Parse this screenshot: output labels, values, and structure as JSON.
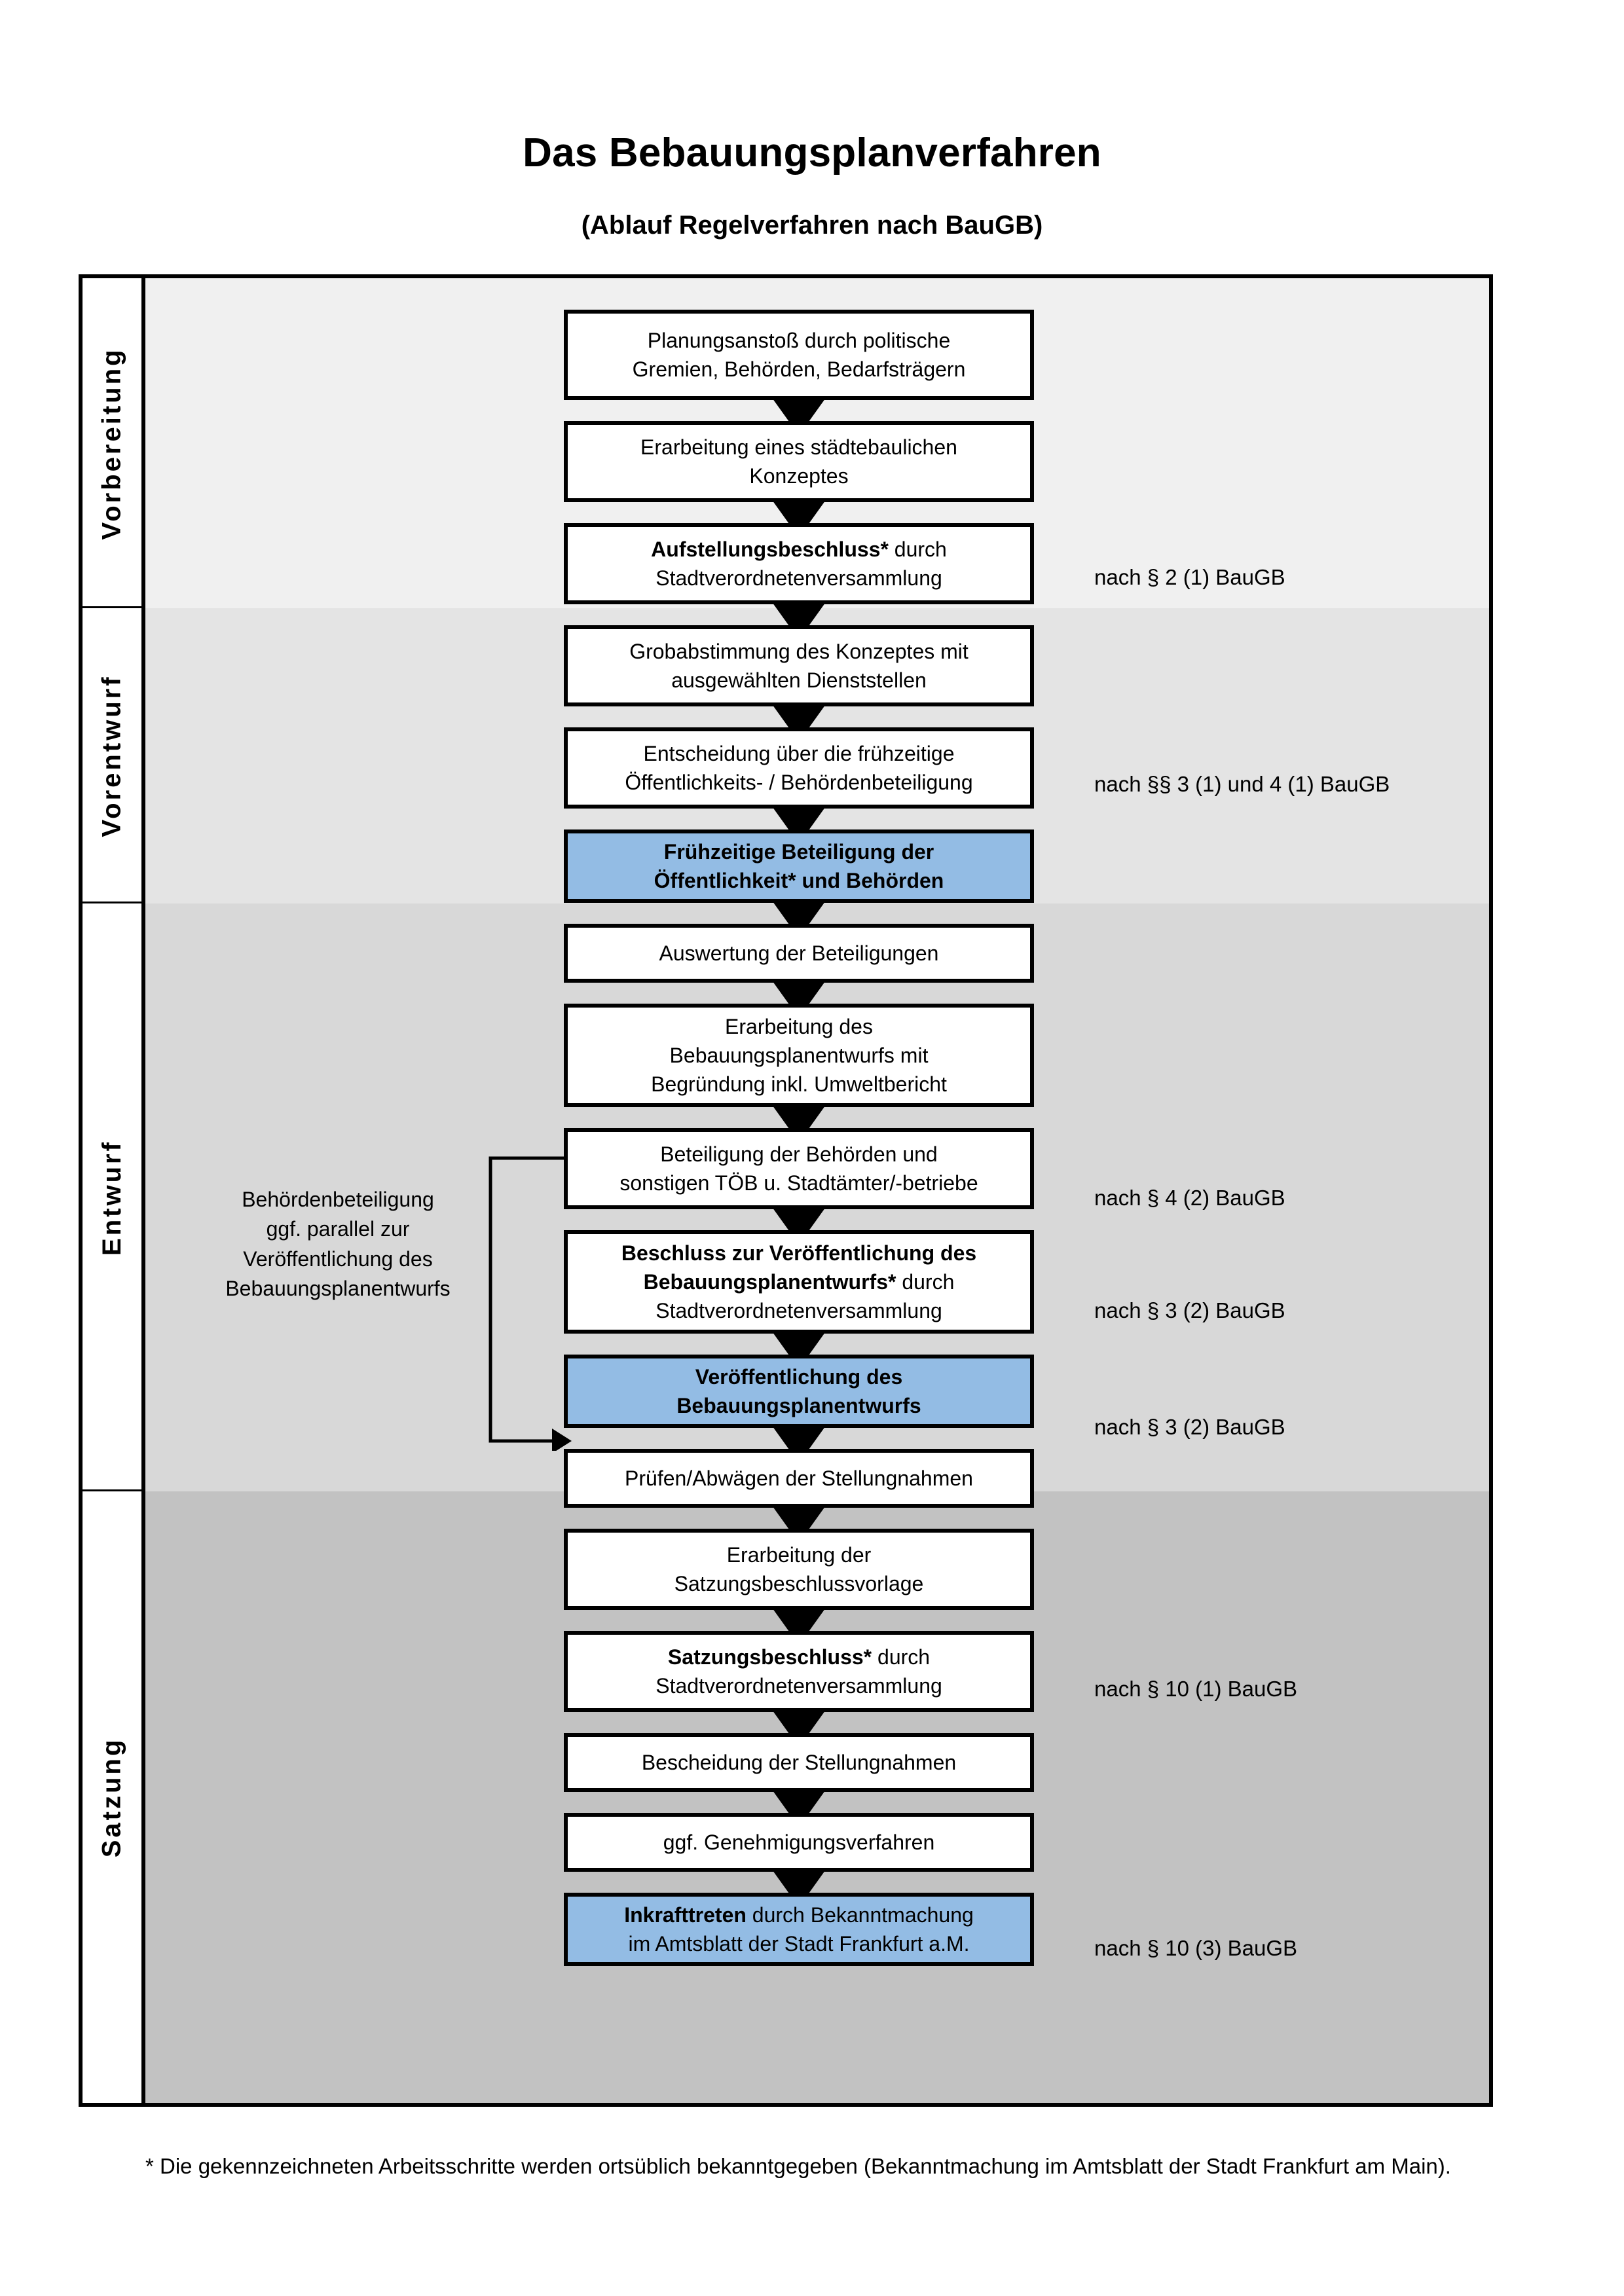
{
  "header": {
    "title": "Das Bebauungsplanverfahren",
    "subtitle": "(Ablauf Regelverfahren nach BauGB)"
  },
  "phases": [
    {
      "label": "Vorbereitung"
    },
    {
      "label": "Vorentwurf"
    },
    {
      "label": "Entwurf"
    },
    {
      "label": "Satzung"
    }
  ],
  "steps": [
    {
      "id": "planungsanstoss",
      "line1": "Planungsanstoß durch politische",
      "line2": "Gremien, Behörden, Bedarfsträgern",
      "bold1": "",
      "highlight": false
    },
    {
      "id": "konzept",
      "line1": "Erarbeitung eines städtebaulichen",
      "line2": "Konzeptes",
      "bold1": "",
      "highlight": false
    },
    {
      "id": "aufstellungsbeschluss",
      "bold1": "Aufstellungsbeschluss*",
      "line1": " durch",
      "line2": "Stadtverordnetenversammlung",
      "highlight": false
    },
    {
      "id": "grobabstimmung",
      "line1": "Grobabstimmung des Konzeptes mit",
      "line2": "ausgewählten Dienststellen",
      "bold1": "",
      "highlight": false
    },
    {
      "id": "entscheidung",
      "line1": "Entscheidung über die frühzeitige",
      "line2": "Öffentlichkeits- / Behördenbeteiligung",
      "bold1": "",
      "highlight": false
    },
    {
      "id": "fruehzeitige",
      "bold1": "Frühzeitige Beteiligung der",
      "bold2": "Öffentlichkeit* und Behörden",
      "highlight": true
    },
    {
      "id": "auswertung",
      "line1": "Auswertung der Beteiligungen",
      "bold1": "",
      "highlight": false
    },
    {
      "id": "erarbeitung-entwurf",
      "line1": "Erarbeitung des",
      "line2": "Bebauungsplanentwurfs mit",
      "line3": "Begründung inkl. Umweltbericht",
      "bold1": "",
      "highlight": false
    },
    {
      "id": "beteiligung-toeb",
      "line1": "Beteiligung der Behörden und",
      "line2": "sonstigen TÖB u. Stadtämter/-betriebe",
      "bold1": "",
      "highlight": false
    },
    {
      "id": "beschluss-veroeff",
      "bold1": "Beschluss zur Veröffentlichung des",
      "bold2": "Bebauungsplanentwurfs*",
      "line1": " durch",
      "line2": "Stadtverordnetenversammlung",
      "highlight": false
    },
    {
      "id": "veroeffentlichung",
      "bold1": "Veröffentlichung des",
      "bold2": "Bebauungsplanentwurfs",
      "highlight": true
    },
    {
      "id": "pruefen-abwaegen",
      "line1": "Prüfen/Abwägen der Stellungnahmen",
      "bold1": "",
      "highlight": false
    },
    {
      "id": "satzungsvorlage",
      "line1": "Erarbeitung der",
      "line2": "Satzungsbeschlussvorlage",
      "bold1": "",
      "highlight": false
    },
    {
      "id": "satzungsbeschluss",
      "bold1": "Satzungsbeschluss*",
      "line1": " durch",
      "line2": "Stadtverordnetenversammlung",
      "highlight": false
    },
    {
      "id": "bescheidung",
      "line1": "Bescheidung der Stellungnahmen",
      "bold1": "",
      "highlight": false
    },
    {
      "id": "genehmigungsverfahren",
      "line1": "ggf. Genehmigungsverfahren",
      "bold1": "",
      "highlight": false
    },
    {
      "id": "inkrafttreten",
      "bold1": "Inkrafttreten",
      "line1": " durch Bekanntmachung",
      "line2": "im Amtsblatt der Stadt Frankfurt a.M.",
      "highlight": true
    }
  ],
  "legal_refs": [
    {
      "id": "ref-1",
      "text": "nach § 2 (1) BauGB"
    },
    {
      "id": "ref-2",
      "text": "nach §§ 3 (1) und 4 (1) BauGB"
    },
    {
      "id": "ref-3",
      "text": "nach § 4 (2) BauGB"
    },
    {
      "id": "ref-4",
      "text": "nach § 3 (2) BauGB"
    },
    {
      "id": "ref-5",
      "text": "nach § 3 (2) BauGB"
    },
    {
      "id": "ref-6",
      "text": "nach § 10 (1) BauGB"
    },
    {
      "id": "ref-7",
      "text": "nach § 10 (3) BauGB"
    }
  ],
  "side_note": {
    "line1": "Behördenbeteiligung",
    "line2": "ggf. parallel zur",
    "line3": "Veröffentlichung des",
    "line4": "Bebauungsplanentwurfs"
  },
  "footnote": {
    "text": "* Die gekennzeichneten Arbeitsschritte werden ortsüblich bekanntgegeben (Bekanntmachung im Amtsblatt  der Stadt Frankfurt am Main)."
  },
  "colors": {
    "highlight_fill": "#93BCE4",
    "band_vorbereitung": "#F0F0F0",
    "band_vorentwurf": "#E4E4E4",
    "band_entwurf": "#D8D8D8",
    "band_satzung": "#C2C2C2",
    "stroke": "#000000"
  }
}
